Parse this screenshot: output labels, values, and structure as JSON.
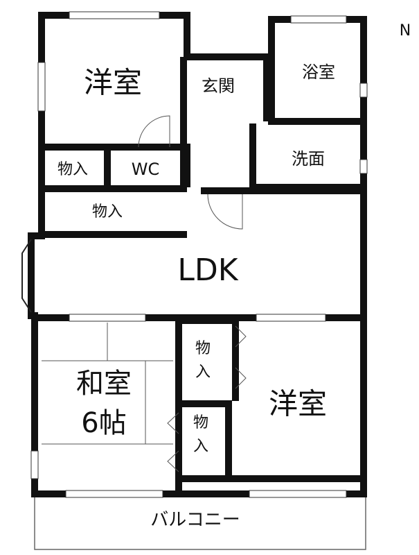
{
  "compass": "N",
  "rooms": {
    "western_room_north": "洋室",
    "entrance": "玄関",
    "bathroom": "浴室",
    "washroom": "洗面",
    "storage_small": "物入",
    "wc": "WC",
    "storage_wide": "物入",
    "ldk": "LDK",
    "japanese_room_line1": "和室",
    "japanese_room_line2": "6帖",
    "storage_vertical_1_line1": "物",
    "storage_vertical_1_line2": "入",
    "storage_vertical_2_line1": "物",
    "storage_vertical_2_line2": "入",
    "western_room_south": "洋室",
    "balcony": "バルコニー"
  }
}
